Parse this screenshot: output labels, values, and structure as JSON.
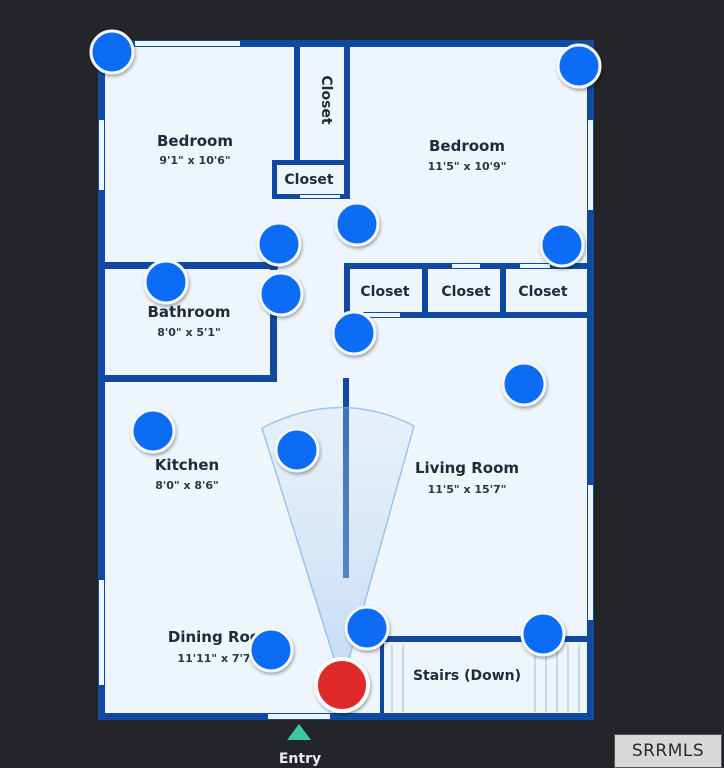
{
  "rooms": {
    "bedroom_left": {
      "name": "Bedroom",
      "dims": "9'1\" x 10'6\""
    },
    "bedroom_right": {
      "name": "Bedroom",
      "dims": "11'5\" x 10'9\""
    },
    "bathroom": {
      "name": "Bathroom",
      "dims": "8'0\" x 5'1\""
    },
    "kitchen": {
      "name": "Kitchen",
      "dims": "8'0\" x 8'6\""
    },
    "living_room": {
      "name": "Living Room",
      "dims": "11'5\" x 15'7\""
    },
    "dining_room": {
      "name": "Dining Roo",
      "dims": "11'11\" x 7'7"
    },
    "stairs": {
      "name": "Stairs (Down)"
    }
  },
  "closets": {
    "top_vertical": "Closet",
    "hall": "Closet",
    "row_1": "Closet",
    "row_2": "Closet",
    "row_3": "Closet"
  },
  "entry_label": "Entry",
  "watermark": "SRRMLS",
  "colors": {
    "background": "#23252b",
    "floor": "#eef5fb",
    "wall": "#0f4aa0",
    "hotspot": "#0a6cf5",
    "current_position": "#e02a2a",
    "entry_marker": "#3cc9a0"
  }
}
